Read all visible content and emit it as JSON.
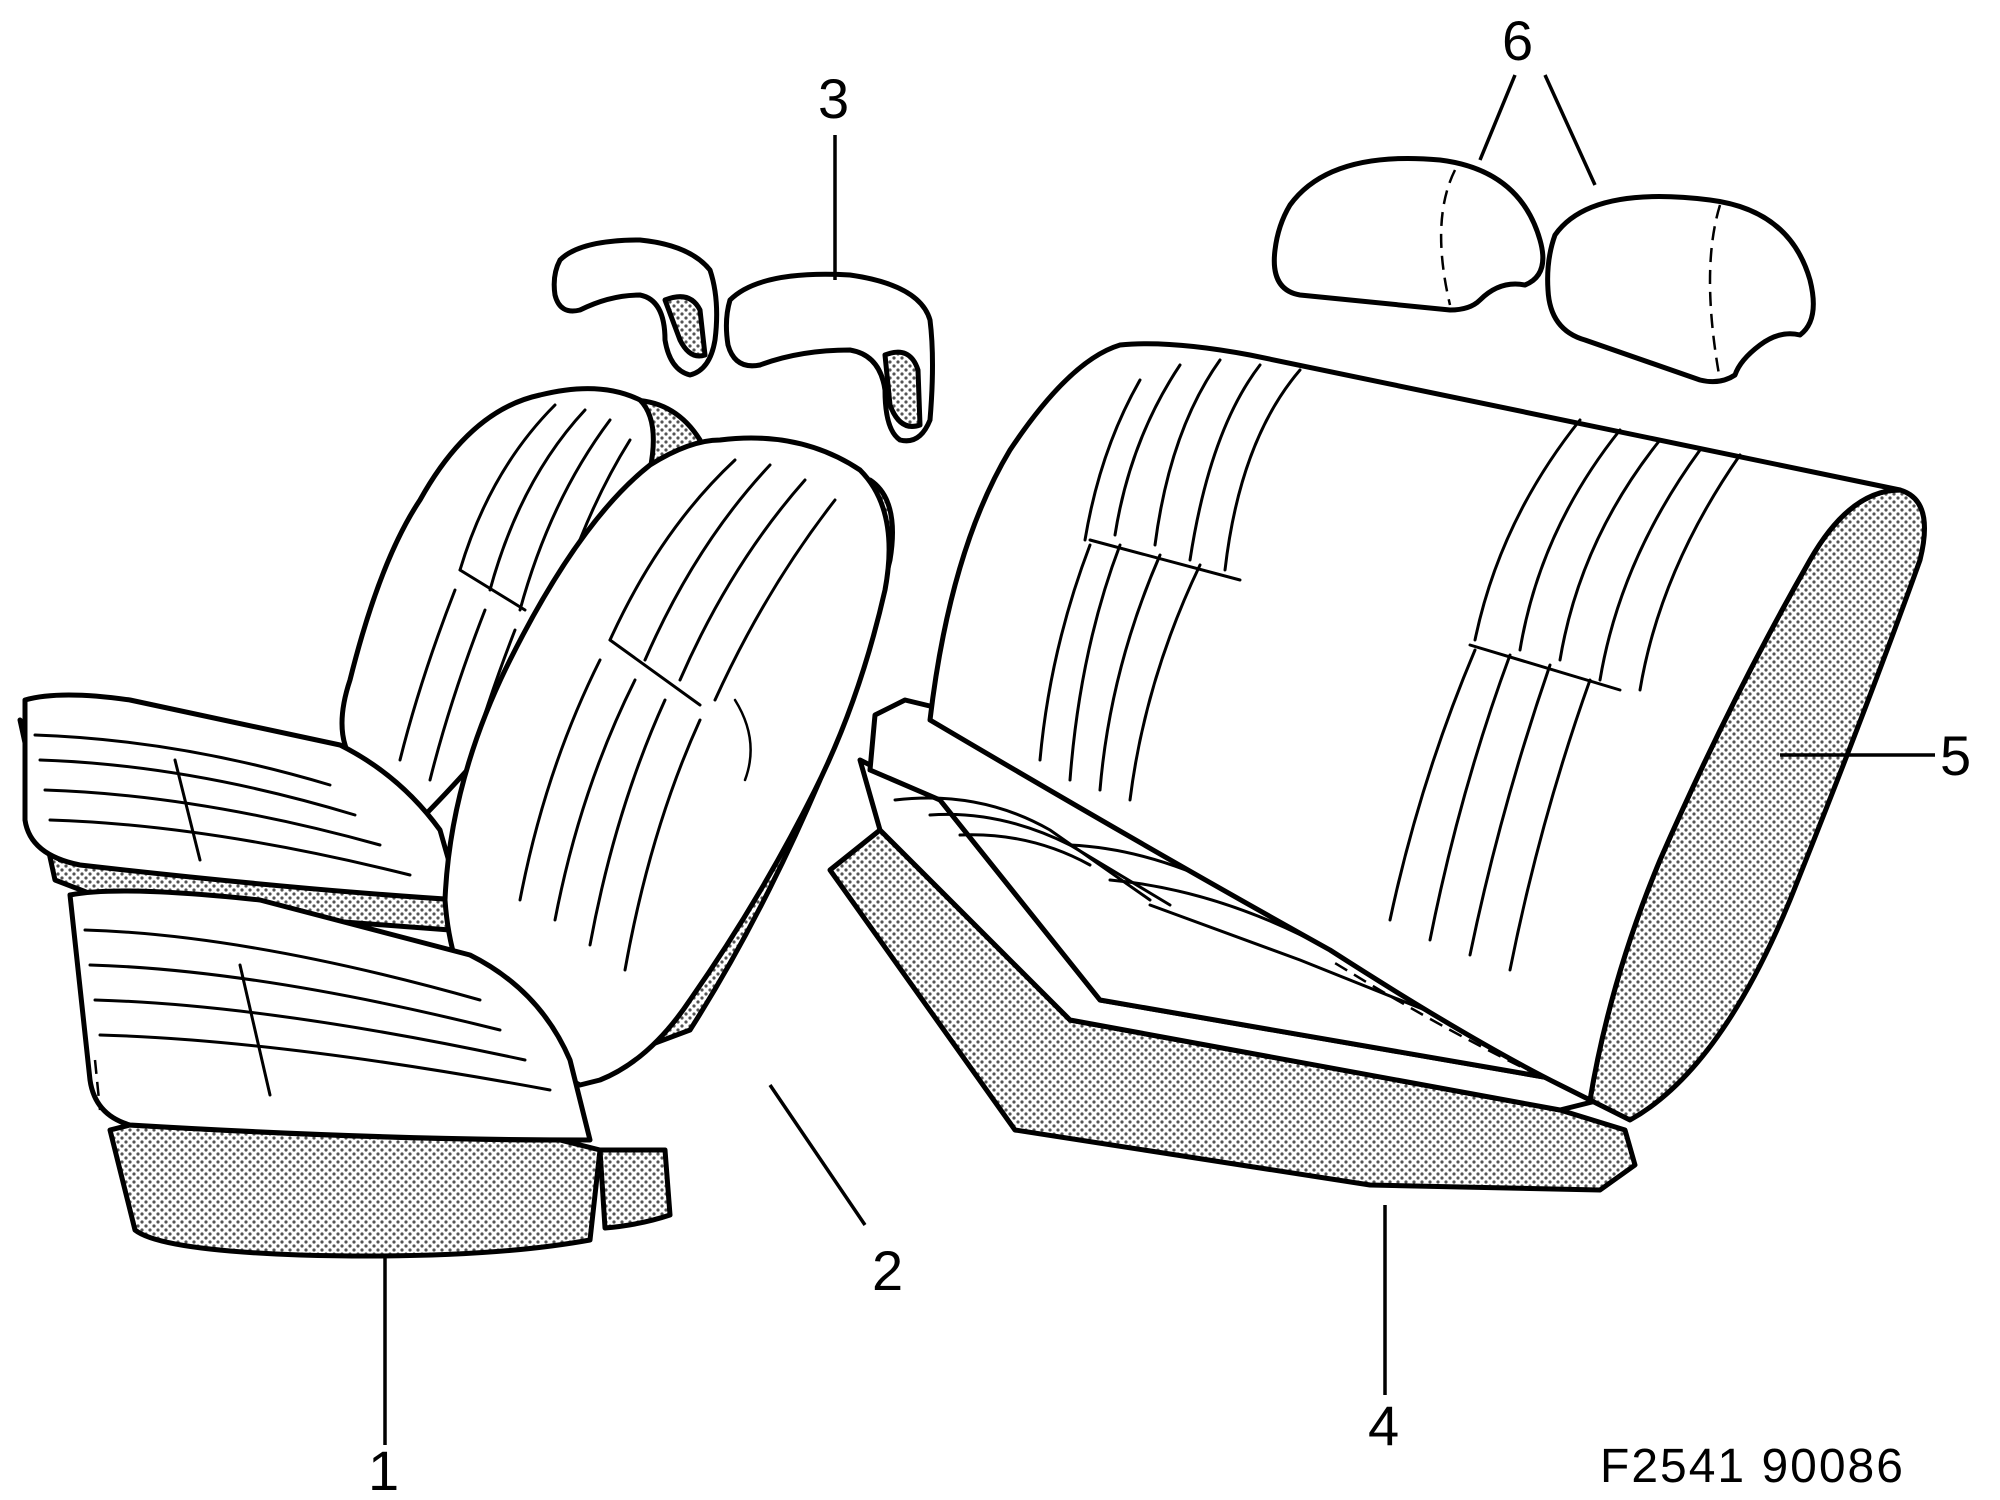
{
  "callouts": {
    "c1": "1",
    "c2": "2",
    "c3": "3",
    "c4": "4",
    "c5": "5",
    "c6": "6"
  },
  "figure_code": "F2541 90086"
}
